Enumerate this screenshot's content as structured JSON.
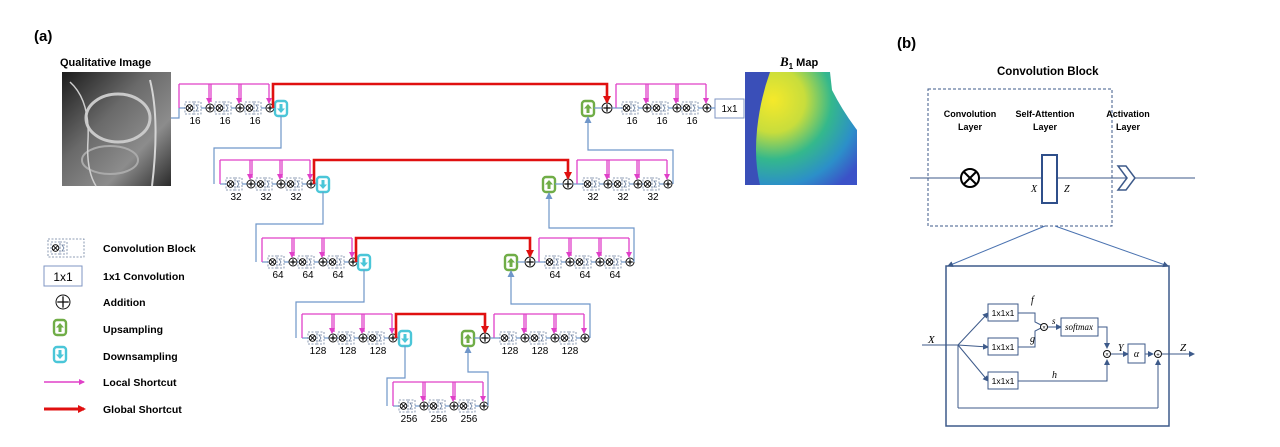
{
  "panel_a": {
    "label": "(a)",
    "input_title": "Qualitative Image",
    "output_title_symbol": "B",
    "output_title_sub": "1",
    "output_title_rest": " Map",
    "conv1x1_label": "1x1",
    "levels": [
      {
        "enc": [
          "16",
          "16",
          "16"
        ],
        "dec": [
          "16",
          "16",
          "16"
        ]
      },
      {
        "enc": [
          "32",
          "32",
          "32"
        ],
        "dec": [
          "32",
          "32",
          "32"
        ]
      },
      {
        "enc": [
          "64",
          "64",
          "64"
        ],
        "dec": [
          "64",
          "64",
          "64"
        ]
      },
      {
        "enc": [
          "128",
          "128",
          "128"
        ],
        "dec": [
          "128",
          "128",
          "128"
        ]
      },
      {
        "enc": [
          "256",
          "256",
          "256"
        ],
        "dec": []
      }
    ]
  },
  "legend": {
    "items": [
      {
        "key": "conv_block",
        "label": "Convolution Block"
      },
      {
        "key": "conv_1x1",
        "label": "1x1 Convolution",
        "symbol": "1x1"
      },
      {
        "key": "addition",
        "label": "Addition"
      },
      {
        "key": "upsampling",
        "label": "Upsampling"
      },
      {
        "key": "downsampling",
        "label": "Downsampling"
      },
      {
        "key": "local_shortcut",
        "label": "Local Shortcut"
      },
      {
        "key": "global_shortcut",
        "label": "Global Shortcut"
      }
    ]
  },
  "panel_b": {
    "label": "(b)",
    "title": "Convolution Block",
    "layers": [
      {
        "line1": "Convolution",
        "line2": "Layer"
      },
      {
        "line1": "Self-Attention",
        "line2": "Layer"
      },
      {
        "line1": "Activation",
        "line2": "Layer"
      }
    ],
    "x_label": "X",
    "z_label": "Z",
    "attention": {
      "input": "X",
      "conv_labels": [
        "1x1x1",
        "1x1x1",
        "1x1x1"
      ],
      "f": "f",
      "g": "g",
      "h": "h",
      "s": "s",
      "softmax": "softmax",
      "y": "Y",
      "alpha": "α",
      "output": "Z"
    }
  },
  "colors": {
    "global_shortcut": "#e01010",
    "local_shortcut": "#e040c8",
    "connector": "#6f96c9",
    "upsampling": "#70ad47",
    "downsampling": "#4bc6d8"
  }
}
